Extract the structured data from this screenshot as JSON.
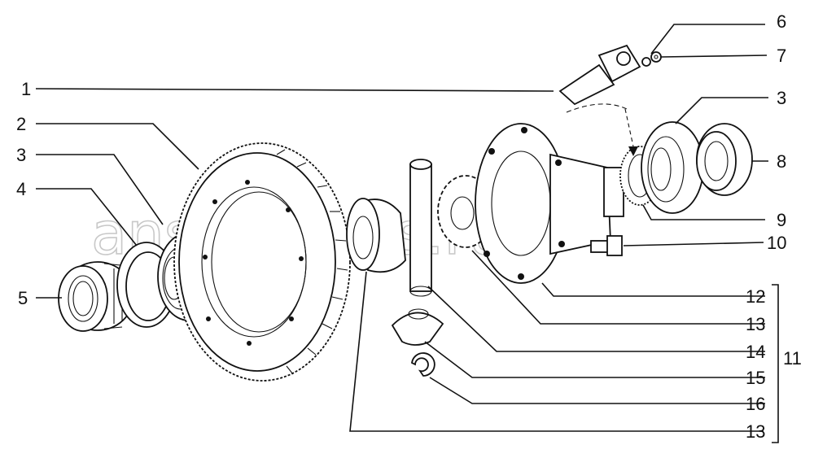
{
  "watermark": "ansat-parts.ru",
  "callouts": [
    {
      "id": "c1",
      "text": "1"
    },
    {
      "id": "c2",
      "text": "2"
    },
    {
      "id": "c3a",
      "text": "3"
    },
    {
      "id": "c4",
      "text": "4"
    },
    {
      "id": "c5",
      "text": "5"
    },
    {
      "id": "c6",
      "text": "6"
    },
    {
      "id": "c7",
      "text": "7"
    },
    {
      "id": "c3b",
      "text": "3"
    },
    {
      "id": "c8",
      "text": "8"
    },
    {
      "id": "c9",
      "text": "9"
    },
    {
      "id": "c10",
      "text": "10"
    },
    {
      "id": "c12",
      "text": "12"
    },
    {
      "id": "c13a",
      "text": "13"
    },
    {
      "id": "c14",
      "text": "14"
    },
    {
      "id": "c15",
      "text": "15"
    },
    {
      "id": "c16",
      "text": "16"
    },
    {
      "id": "c13b",
      "text": "13"
    },
    {
      "id": "c11",
      "text": "11"
    }
  ],
  "colors": {
    "ink": "#111111",
    "watermark": "#c8c8c8",
    "background": "#ffffff"
  }
}
